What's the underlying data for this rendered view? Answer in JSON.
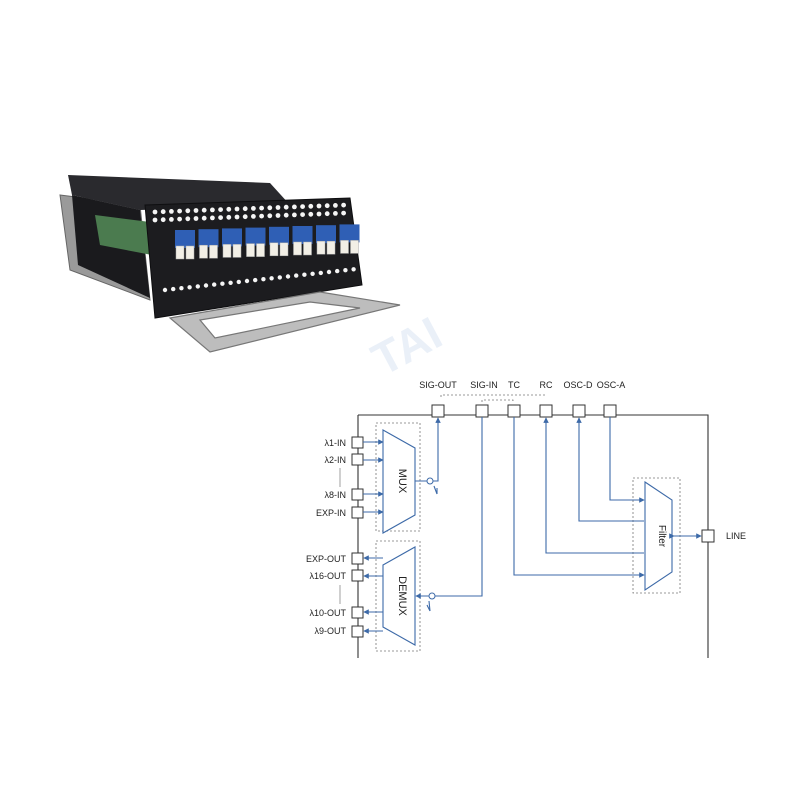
{
  "top_ports": {
    "sig_out": "SIG-OUT",
    "sig_in": "SIG-IN",
    "tc": "TC",
    "rc": "RC",
    "osc_d": "OSC-D",
    "osc_a": "OSC-A"
  },
  "left_ports": {
    "l1_in": "λ1-IN",
    "l2_in": "λ2-IN",
    "l8_in": "λ8-IN",
    "exp_in": "EXP-IN",
    "exp_out": "EXP-OUT",
    "l16_out": "λ16-OUT",
    "l10_out": "λ10-OUT",
    "l9_out": "λ9-OUT"
  },
  "blocks": {
    "mux": "MUX",
    "demux": "DEMUX",
    "filter": "Filter"
  },
  "line_port": "LINE",
  "watermark": "TAI",
  "colors": {
    "module_body": "#1c1c1f",
    "adapter_blue": "#2f5fb5",
    "connector_white": "#f2efe6",
    "handle_metal": "#b9b9b9",
    "signal_line": "#3d6aa8"
  }
}
